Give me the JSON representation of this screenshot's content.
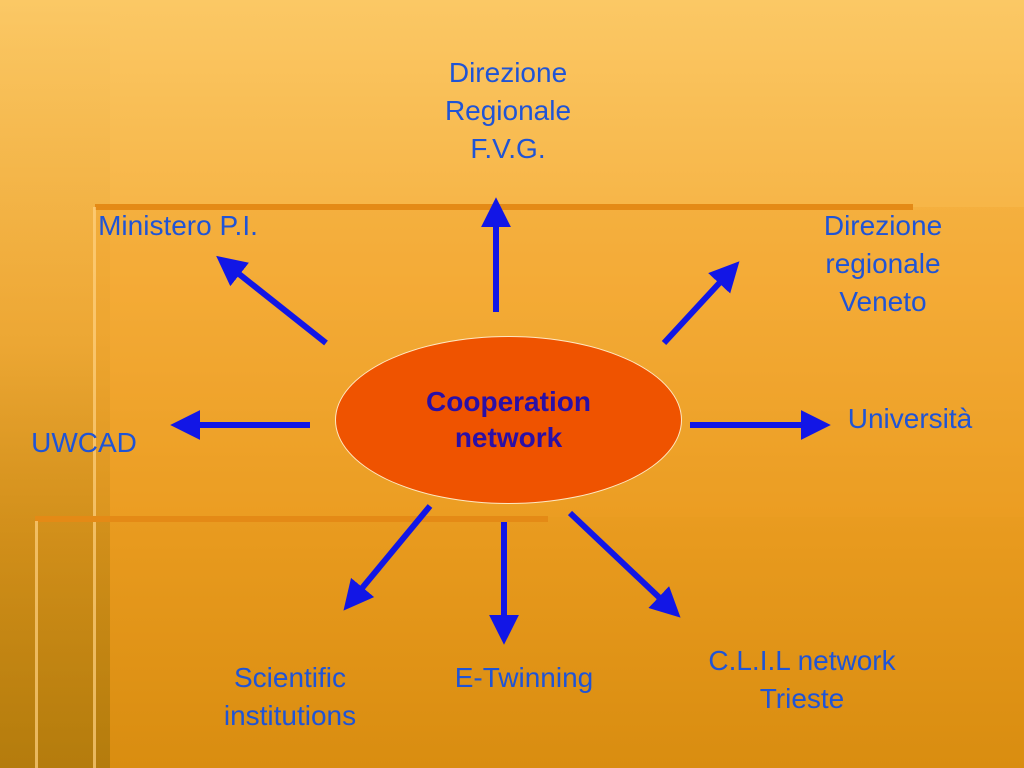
{
  "diagram": {
    "center": {
      "label": "Cooperation\nnetwork",
      "fill_color": "#ef5300",
      "text_color": "#2a0fa6"
    },
    "arrow_color": "#1216e6",
    "label_color": "#1f54d6",
    "nodes": [
      {
        "id": "direzione-fvg",
        "label": "Direzione\nRegionale\nF.V.G."
      },
      {
        "id": "ministero",
        "label": "Ministero P.I."
      },
      {
        "id": "direzione-veneto",
        "label": "Direzione\nregionale\nVeneto"
      },
      {
        "id": "uwcad",
        "label": "UWCAD"
      },
      {
        "id": "universita",
        "label": "Università"
      },
      {
        "id": "scientific",
        "label": "Scientific\ninstitutions"
      },
      {
        "id": "etwinning",
        "label": "E-Twinning"
      },
      {
        "id": "clil",
        "label": "C.L.I.L network\nTrieste"
      }
    ]
  }
}
